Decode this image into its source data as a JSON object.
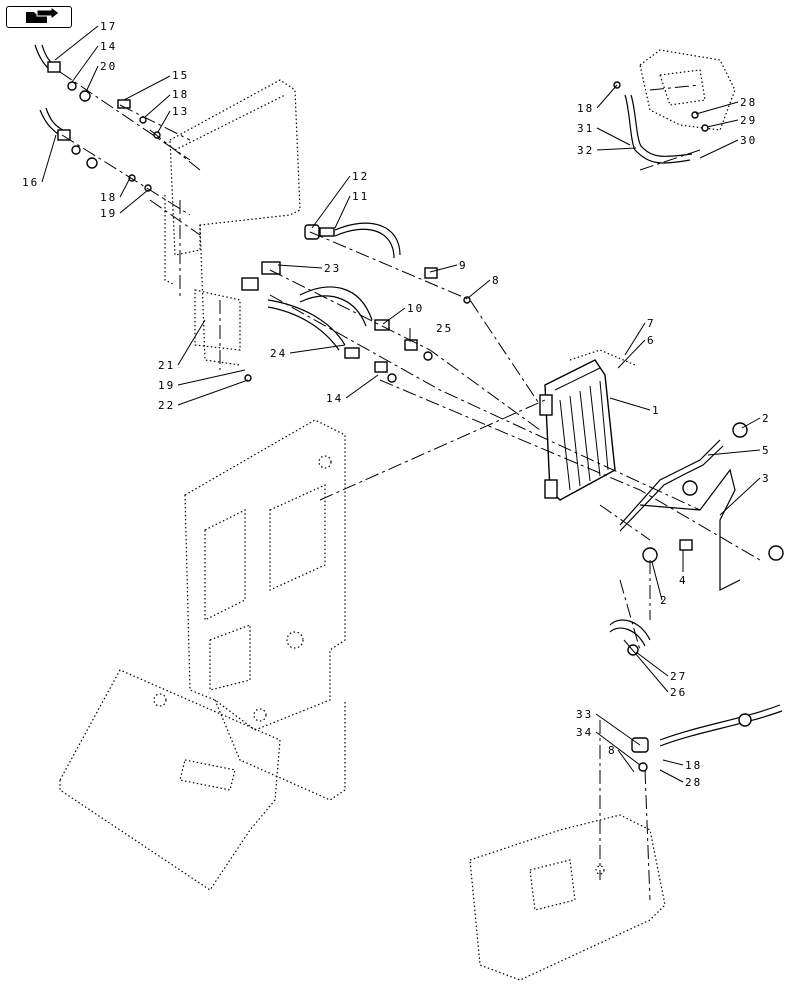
{
  "nav": {
    "icon": "folder-arrow-icon"
  },
  "callouts": [
    "17",
    "14",
    "20",
    "15",
    "18",
    "13",
    "16",
    "18",
    "19",
    "12",
    "11",
    "23",
    "9",
    "8",
    "21",
    "19",
    "22",
    "24",
    "10",
    "25",
    "14",
    "7",
    "6",
    "1",
    "2",
    "5",
    "3",
    "4",
    "2",
    "27",
    "26",
    "33",
    "34",
    "8",
    "18",
    "28",
    "18",
    "28",
    "29",
    "31",
    "32",
    "30"
  ]
}
